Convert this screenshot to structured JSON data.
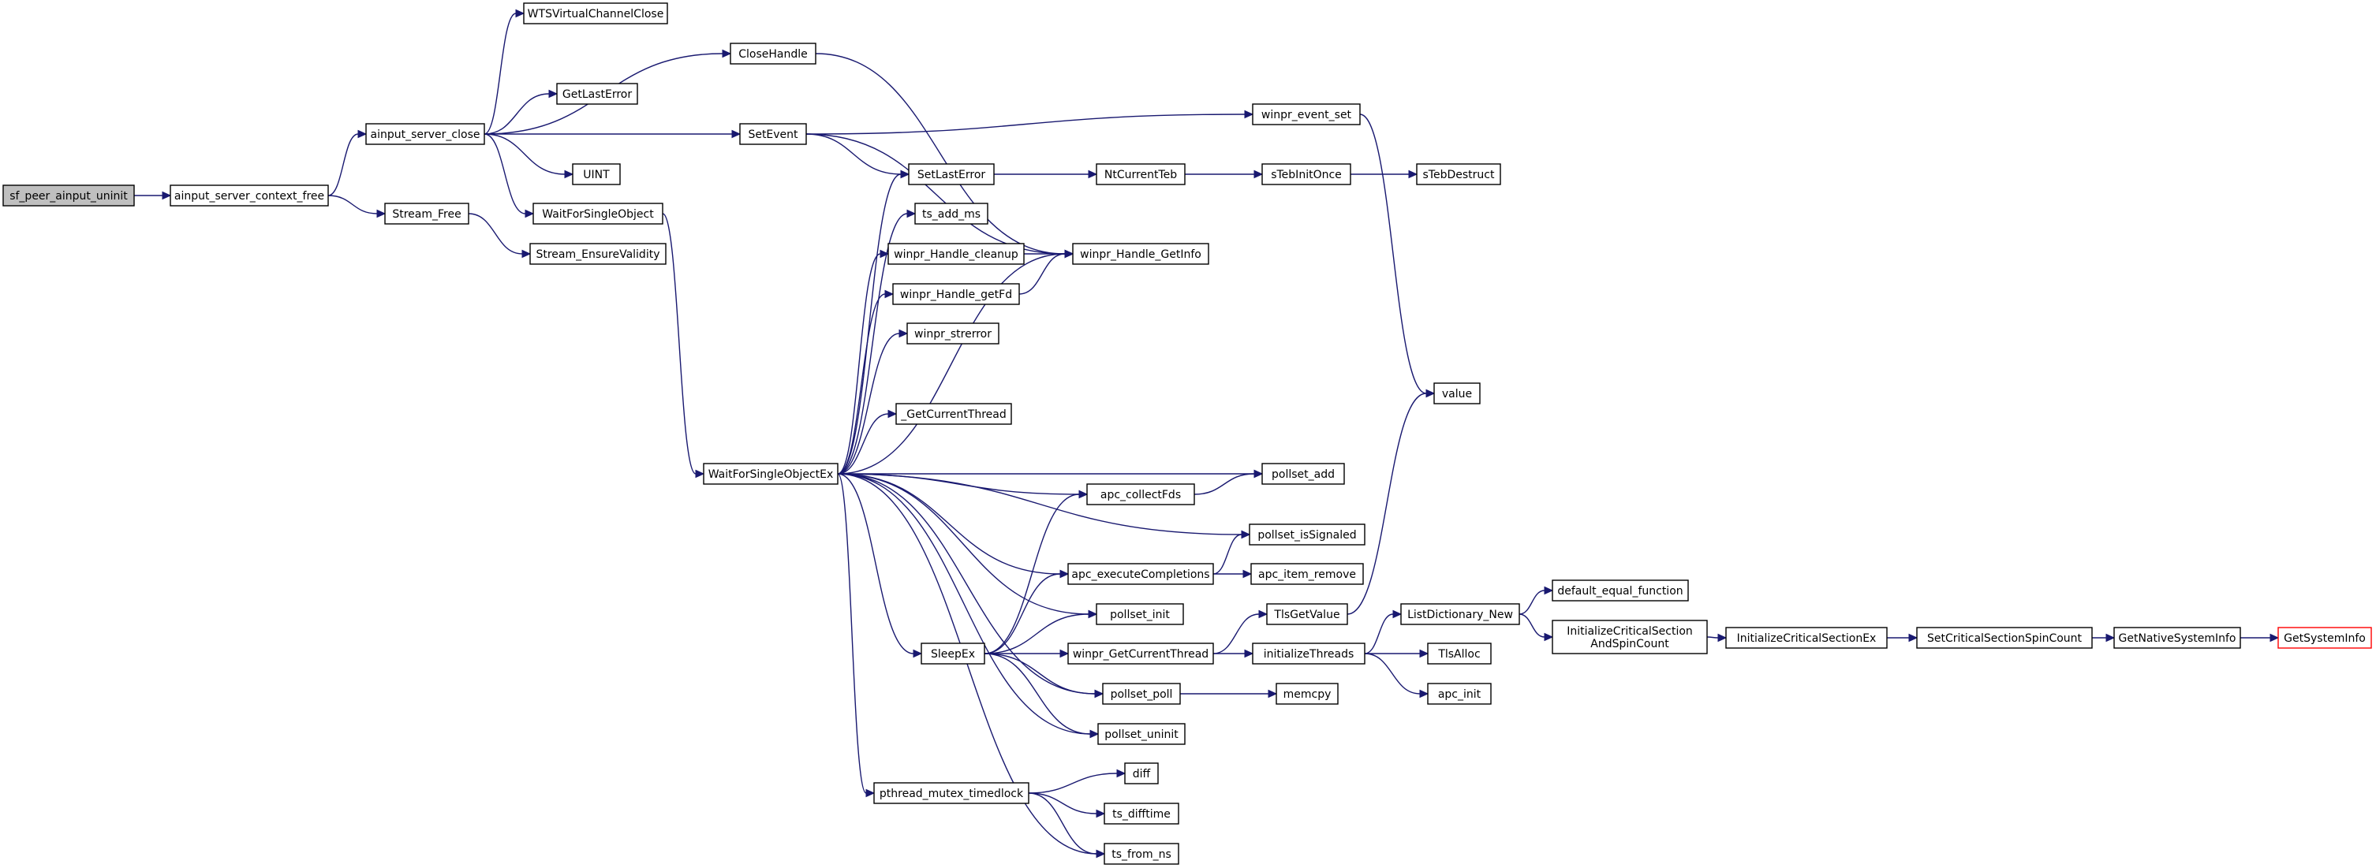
{
  "diagram": {
    "type": "call-graph",
    "colors": {
      "edge": "#191970",
      "root_fill": "#bfbfbf",
      "truncated_border": "#ff0000"
    },
    "nodes": [
      {
        "id": "sf_peer_ainput_uninit",
        "label": "sf_peer_ainput_uninit",
        "root": true
      },
      {
        "id": "ainput_server_context_free",
        "label": "ainput_server_context_free"
      },
      {
        "id": "ainput_server_close",
        "label": "ainput_server_close"
      },
      {
        "id": "Stream_Free",
        "label": "Stream_Free"
      },
      {
        "id": "WTSVirtualChannelClose",
        "label": "WTSVirtualChannelClose"
      },
      {
        "id": "GetLastError",
        "label": "GetLastError"
      },
      {
        "id": "UINT",
        "label": "UINT"
      },
      {
        "id": "WaitForSingleObject",
        "label": "WaitForSingleObject"
      },
      {
        "id": "Stream_EnsureValidity",
        "label": "Stream_EnsureValidity"
      },
      {
        "id": "CloseHandle",
        "label": "CloseHandle"
      },
      {
        "id": "SetEvent",
        "label": "SetEvent"
      },
      {
        "id": "WaitForSingleObjectEx",
        "label": "WaitForSingleObjectEx"
      },
      {
        "id": "SetLastError",
        "label": "SetLastError"
      },
      {
        "id": "ts_add_ms",
        "label": "ts_add_ms"
      },
      {
        "id": "winpr_Handle_cleanup",
        "label": "winpr_Handle_cleanup"
      },
      {
        "id": "winpr_Handle_getFd",
        "label": "winpr_Handle_getFd"
      },
      {
        "id": "winpr_strerror",
        "label": "winpr_strerror"
      },
      {
        "id": "_GetCurrentThread",
        "label": "_GetCurrentThread"
      },
      {
        "id": "SleepEx",
        "label": "SleepEx"
      },
      {
        "id": "pthread_mutex_timedlock",
        "label": "pthread_mutex_timedlock"
      },
      {
        "id": "winpr_event_set",
        "label": "winpr_event_set"
      },
      {
        "id": "NtCurrentTeb",
        "label": "NtCurrentTeb"
      },
      {
        "id": "winpr_Handle_GetInfo",
        "label": "winpr_Handle_GetInfo"
      },
      {
        "id": "apc_collectFds",
        "label": "apc_collectFds"
      },
      {
        "id": "apc_executeCompletions",
        "label": "apc_executeCompletions"
      },
      {
        "id": "pollset_init",
        "label": "pollset_init"
      },
      {
        "id": "winpr_GetCurrentThread",
        "label": "winpr_GetCurrentThread"
      },
      {
        "id": "pollset_poll",
        "label": "pollset_poll"
      },
      {
        "id": "pollset_uninit",
        "label": "pollset_uninit"
      },
      {
        "id": "diff",
        "label": "diff"
      },
      {
        "id": "ts_difftime",
        "label": "ts_difftime"
      },
      {
        "id": "ts_from_ns",
        "label": "ts_from_ns"
      },
      {
        "id": "sTebInitOnce",
        "label": "sTebInitOnce"
      },
      {
        "id": "pollset_add",
        "label": "pollset_add"
      },
      {
        "id": "pollset_isSignaled",
        "label": "pollset_isSignaled"
      },
      {
        "id": "apc_item_remove",
        "label": "apc_item_remove"
      },
      {
        "id": "TlsGetValue",
        "label": "TlsGetValue"
      },
      {
        "id": "initializeThreads",
        "label": "initializeThreads"
      },
      {
        "id": "memcpy",
        "label": "memcpy"
      },
      {
        "id": "value",
        "label": "value"
      },
      {
        "id": "sTebDestruct",
        "label": "sTebDestruct"
      },
      {
        "id": "ListDictionary_New",
        "label": "ListDictionary_New"
      },
      {
        "id": "TlsAlloc",
        "label": "TlsAlloc"
      },
      {
        "id": "apc_init",
        "label": "apc_init"
      },
      {
        "id": "default_equal_function",
        "label": "default_equal_function"
      },
      {
        "id": "InitializeCriticalSectionAndSpinCount",
        "label": "InitializeCriticalSection\nAndSpinCount"
      },
      {
        "id": "InitializeCriticalSectionEx",
        "label": "InitializeCriticalSectionEx"
      },
      {
        "id": "SetCriticalSectionSpinCount",
        "label": "SetCriticalSectionSpinCount"
      },
      {
        "id": "GetNativeSystemInfo",
        "label": "GetNativeSystemInfo"
      },
      {
        "id": "GetSystemInfo",
        "label": "GetSystemInfo",
        "truncated": true
      }
    ],
    "edges": [
      [
        "sf_peer_ainput_uninit",
        "ainput_server_context_free"
      ],
      [
        "ainput_server_context_free",
        "ainput_server_close"
      ],
      [
        "ainput_server_context_free",
        "Stream_Free"
      ],
      [
        "ainput_server_close",
        "WTSVirtualChannelClose"
      ],
      [
        "ainput_server_close",
        "CloseHandle"
      ],
      [
        "ainput_server_close",
        "GetLastError"
      ],
      [
        "ainput_server_close",
        "SetEvent"
      ],
      [
        "ainput_server_close",
        "UINT"
      ],
      [
        "ainput_server_close",
        "WaitForSingleObject"
      ],
      [
        "Stream_Free",
        "Stream_EnsureValidity"
      ],
      [
        "CloseHandle",
        "winpr_Handle_GetInfo"
      ],
      [
        "SetEvent",
        "winpr_event_set"
      ],
      [
        "SetEvent",
        "SetLastError"
      ],
      [
        "SetEvent",
        "winpr_Handle_GetInfo"
      ],
      [
        "WaitForSingleObject",
        "WaitForSingleObjectEx"
      ],
      [
        "SetLastError",
        "NtCurrentTeb"
      ],
      [
        "NtCurrentTeb",
        "sTebInitOnce"
      ],
      [
        "sTebInitOnce",
        "sTebDestruct"
      ],
      [
        "winpr_event_set",
        "value"
      ],
      [
        "winpr_Handle_cleanup",
        "winpr_Handle_GetInfo"
      ],
      [
        "winpr_Handle_getFd",
        "winpr_Handle_GetInfo"
      ],
      [
        "WaitForSingleObjectEx",
        "SetLastError"
      ],
      [
        "WaitForSingleObjectEx",
        "ts_add_ms"
      ],
      [
        "WaitForSingleObjectEx",
        "winpr_Handle_cleanup"
      ],
      [
        "WaitForSingleObjectEx",
        "winpr_Handle_getFd"
      ],
      [
        "WaitForSingleObjectEx",
        "winpr_strerror"
      ],
      [
        "WaitForSingleObjectEx",
        "winpr_Handle_GetInfo"
      ],
      [
        "WaitForSingleObjectEx",
        "_GetCurrentThread"
      ],
      [
        "WaitForSingleObjectEx",
        "pollset_add"
      ],
      [
        "WaitForSingleObjectEx",
        "apc_collectFds"
      ],
      [
        "WaitForSingleObjectEx",
        "pollset_isSignaled"
      ],
      [
        "WaitForSingleObjectEx",
        "apc_executeCompletions"
      ],
      [
        "WaitForSingleObjectEx",
        "pollset_init"
      ],
      [
        "WaitForSingleObjectEx",
        "SleepEx"
      ],
      [
        "WaitForSingleObjectEx",
        "pollset_poll"
      ],
      [
        "WaitForSingleObjectEx",
        "pollset_uninit"
      ],
      [
        "WaitForSingleObjectEx",
        "pthread_mutex_timedlock"
      ],
      [
        "WaitForSingleObjectEx",
        "ts_from_ns"
      ],
      [
        "apc_collectFds",
        "pollset_add"
      ],
      [
        "apc_executeCompletions",
        "pollset_isSignaled"
      ],
      [
        "apc_executeCompletions",
        "apc_item_remove"
      ],
      [
        "SleepEx",
        "apc_collectFds"
      ],
      [
        "SleepEx",
        "apc_executeCompletions"
      ],
      [
        "SleepEx",
        "pollset_init"
      ],
      [
        "SleepEx",
        "winpr_GetCurrentThread"
      ],
      [
        "SleepEx",
        "pollset_poll"
      ],
      [
        "SleepEx",
        "pollset_uninit"
      ],
      [
        "winpr_GetCurrentThread",
        "TlsGetValue"
      ],
      [
        "winpr_GetCurrentThread",
        "initializeThreads"
      ],
      [
        "TlsGetValue",
        "value"
      ],
      [
        "pollset_poll",
        "memcpy"
      ],
      [
        "initializeThreads",
        "ListDictionary_New"
      ],
      [
        "initializeThreads",
        "TlsAlloc"
      ],
      [
        "initializeThreads",
        "apc_init"
      ],
      [
        "ListDictionary_New",
        "default_equal_function"
      ],
      [
        "ListDictionary_New",
        "InitializeCriticalSectionAndSpinCount"
      ],
      [
        "InitializeCriticalSectionAndSpinCount",
        "InitializeCriticalSectionEx"
      ],
      [
        "InitializeCriticalSectionEx",
        "SetCriticalSectionSpinCount"
      ],
      [
        "SetCriticalSectionSpinCount",
        "GetNativeSystemInfo"
      ],
      [
        "GetNativeSystemInfo",
        "GetSystemInfo"
      ],
      [
        "pthread_mutex_timedlock",
        "diff"
      ],
      [
        "pthread_mutex_timedlock",
        "ts_difftime"
      ],
      [
        "pthread_mutex_timedlock",
        "ts_from_ns"
      ]
    ]
  }
}
